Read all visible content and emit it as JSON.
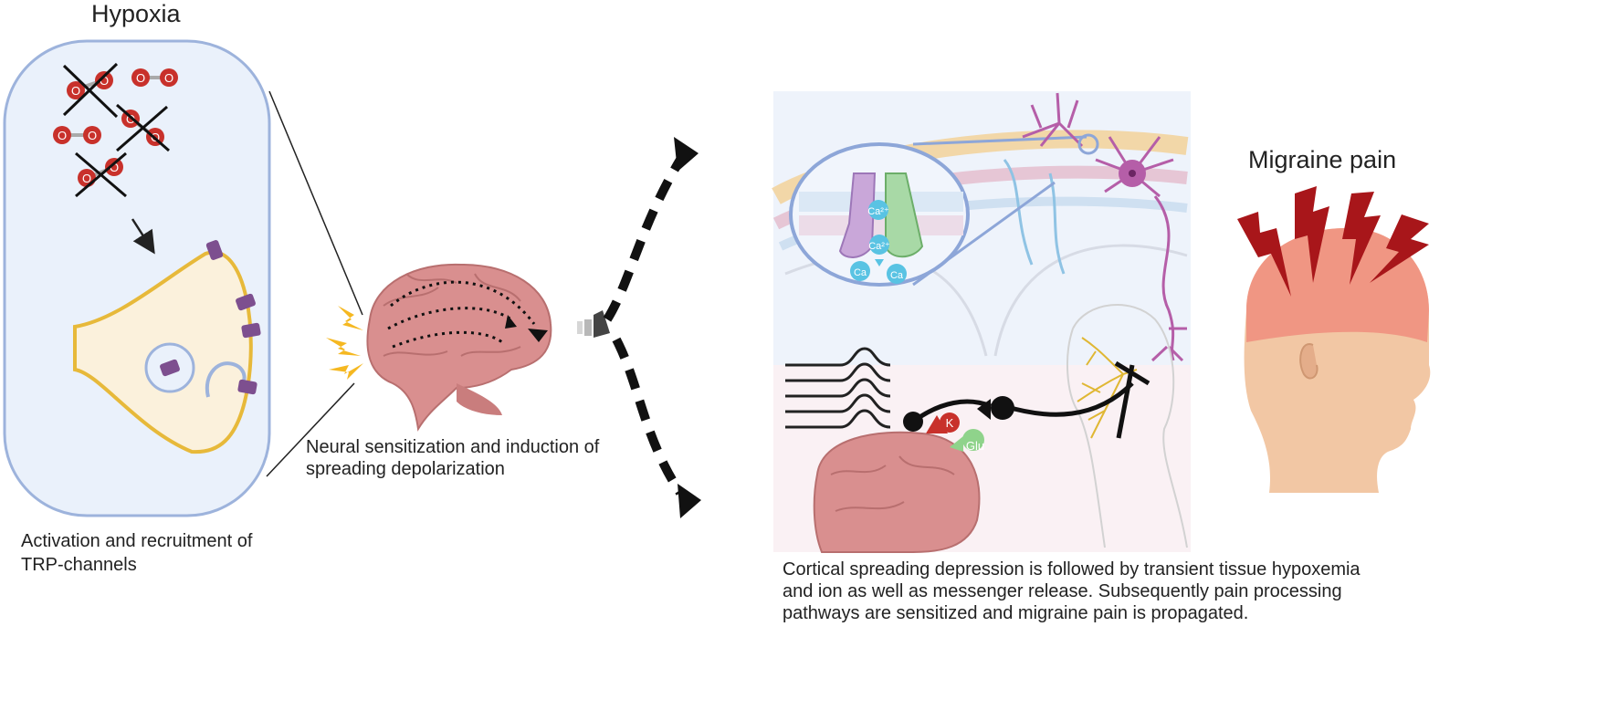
{
  "labels": {
    "hypoxia_title": "Hypoxia",
    "trp_caption_line1": "Activation and recruitment of",
    "trp_caption_line2": "TRP-channels",
    "neural_caption_line1": "Neural sensitization and induction of",
    "neural_caption_line2": "spreading depolarization",
    "migraine_title": "Migraine pain",
    "csd_caption_line1": "Cortical spreading depression is followed by transient tissue hypoxemia",
    "csd_caption_line2": "and ion as well as messenger release. Subsequently pain processing",
    "csd_caption_line3": "pathways are sensitized and migraine pain is propagated."
  },
  "molecules": {
    "oxygen_atom": "O",
    "calcium_ion": "Ca²⁺",
    "calcium_short": "Ca",
    "potassium": "K",
    "glutamate": "Glu"
  },
  "colors": {
    "hypoxia_panel_fill": "#eaf1fb",
    "hypoxia_panel_stroke": "#9db3dc",
    "cell_fill": "#fbf1dc",
    "cell_stroke": "#e7b93a",
    "trp_channel": "#7d4f8f",
    "oxygen": "#c8312b",
    "brain": "#d98f8f",
    "lightning": "#f5b821",
    "pain_bolt": "#a8161a",
    "head_skin": "#f2c7a4",
    "head_pain": "#ef8a7a",
    "neuron": "#b55ea8",
    "calcium": "#59c3e3"
  }
}
